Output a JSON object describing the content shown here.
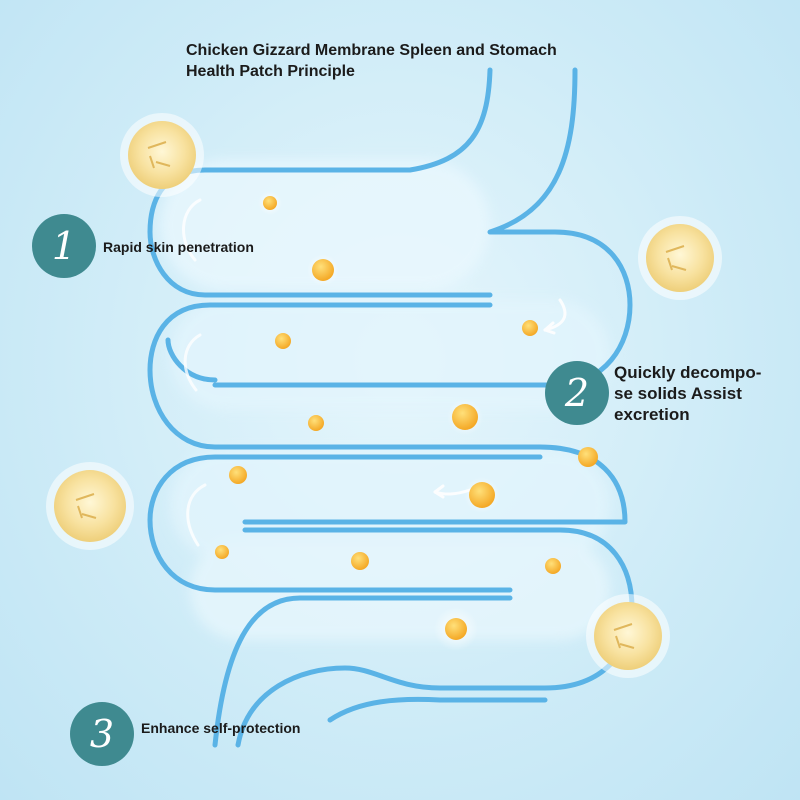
{
  "title": {
    "line1": "Chicken Gizzard Membrane Spleen and Stomach",
    "line2": "Health Patch Principle"
  },
  "steps": [
    {
      "number": "1",
      "label": "Rapid skin penetration"
    },
    {
      "number": "2",
      "label_lines": [
        "Quickly decompo-",
        "se solids Assist",
        "excretion"
      ]
    },
    {
      "number": "3",
      "label": "Enhance self-protection"
    }
  ],
  "colors": {
    "badge": "#3f8a90",
    "intestine": "#5ab3e6",
    "particle": "#f7b733",
    "background": "#cdebf7"
  }
}
